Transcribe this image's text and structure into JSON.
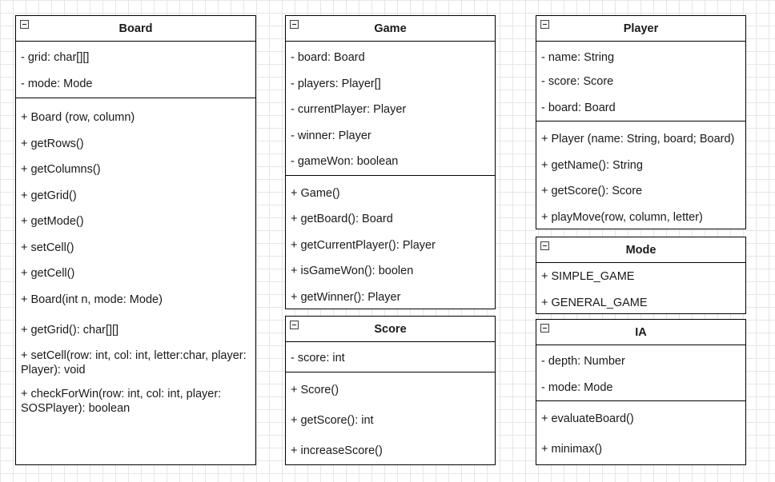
{
  "classes": {
    "board": {
      "name": "Board",
      "attributes": [
        "- grid: char[][]",
        "- mode: Mode"
      ],
      "operations": [
        "+ Board (row, column)",
        "+ getRows()",
        "+ getColumns()",
        "+ getGrid()",
        "+ getMode()",
        "+ setCell()",
        "+ getCell()",
        "+ Board(int n, mode: Mode)",
        "+ getGrid(): char[][]",
        "+ setCell(row: int, col: int, letter:char, player: Player): void",
        "+ checkForWin(row: int, col: int, player: SOSPlayer): boolean"
      ]
    },
    "game": {
      "name": "Game",
      "attributes": [
        "- board: Board",
        "- players: Player[]",
        "- currentPlayer: Player",
        "- winner: Player",
        "- gameWon: boolean"
      ],
      "operations": [
        "+ Game()",
        "+ getBoard(): Board",
        "+ getCurrentPlayer(): Player",
        "+ isGameWon(): boolen",
        "+ getWinner(): Player"
      ]
    },
    "score": {
      "name": "Score",
      "attributes": [
        "- score: int"
      ],
      "operations": [
        "+ Score()",
        "+ getScore(): int",
        "+ increaseScore()"
      ]
    },
    "player": {
      "name": "Player",
      "attributes": [
        "- name: String",
        "- score: Score",
        "- board: Board"
      ],
      "operations": [
        "+ Player (name: String, board; Board)",
        "+ getName(): String",
        "+ getScore(): Score",
        "+ playMove(row, column, letter)"
      ]
    },
    "mode": {
      "name": "Mode",
      "values": [
        "+ SIMPLE_GAME",
        "+ GENERAL_GAME"
      ]
    },
    "ia": {
      "name": "IA",
      "attributes": [
        "- depth: Number",
        "- mode: Mode"
      ],
      "operations": [
        "+ evaluateBoard()",
        "+ minimax()"
      ]
    }
  }
}
